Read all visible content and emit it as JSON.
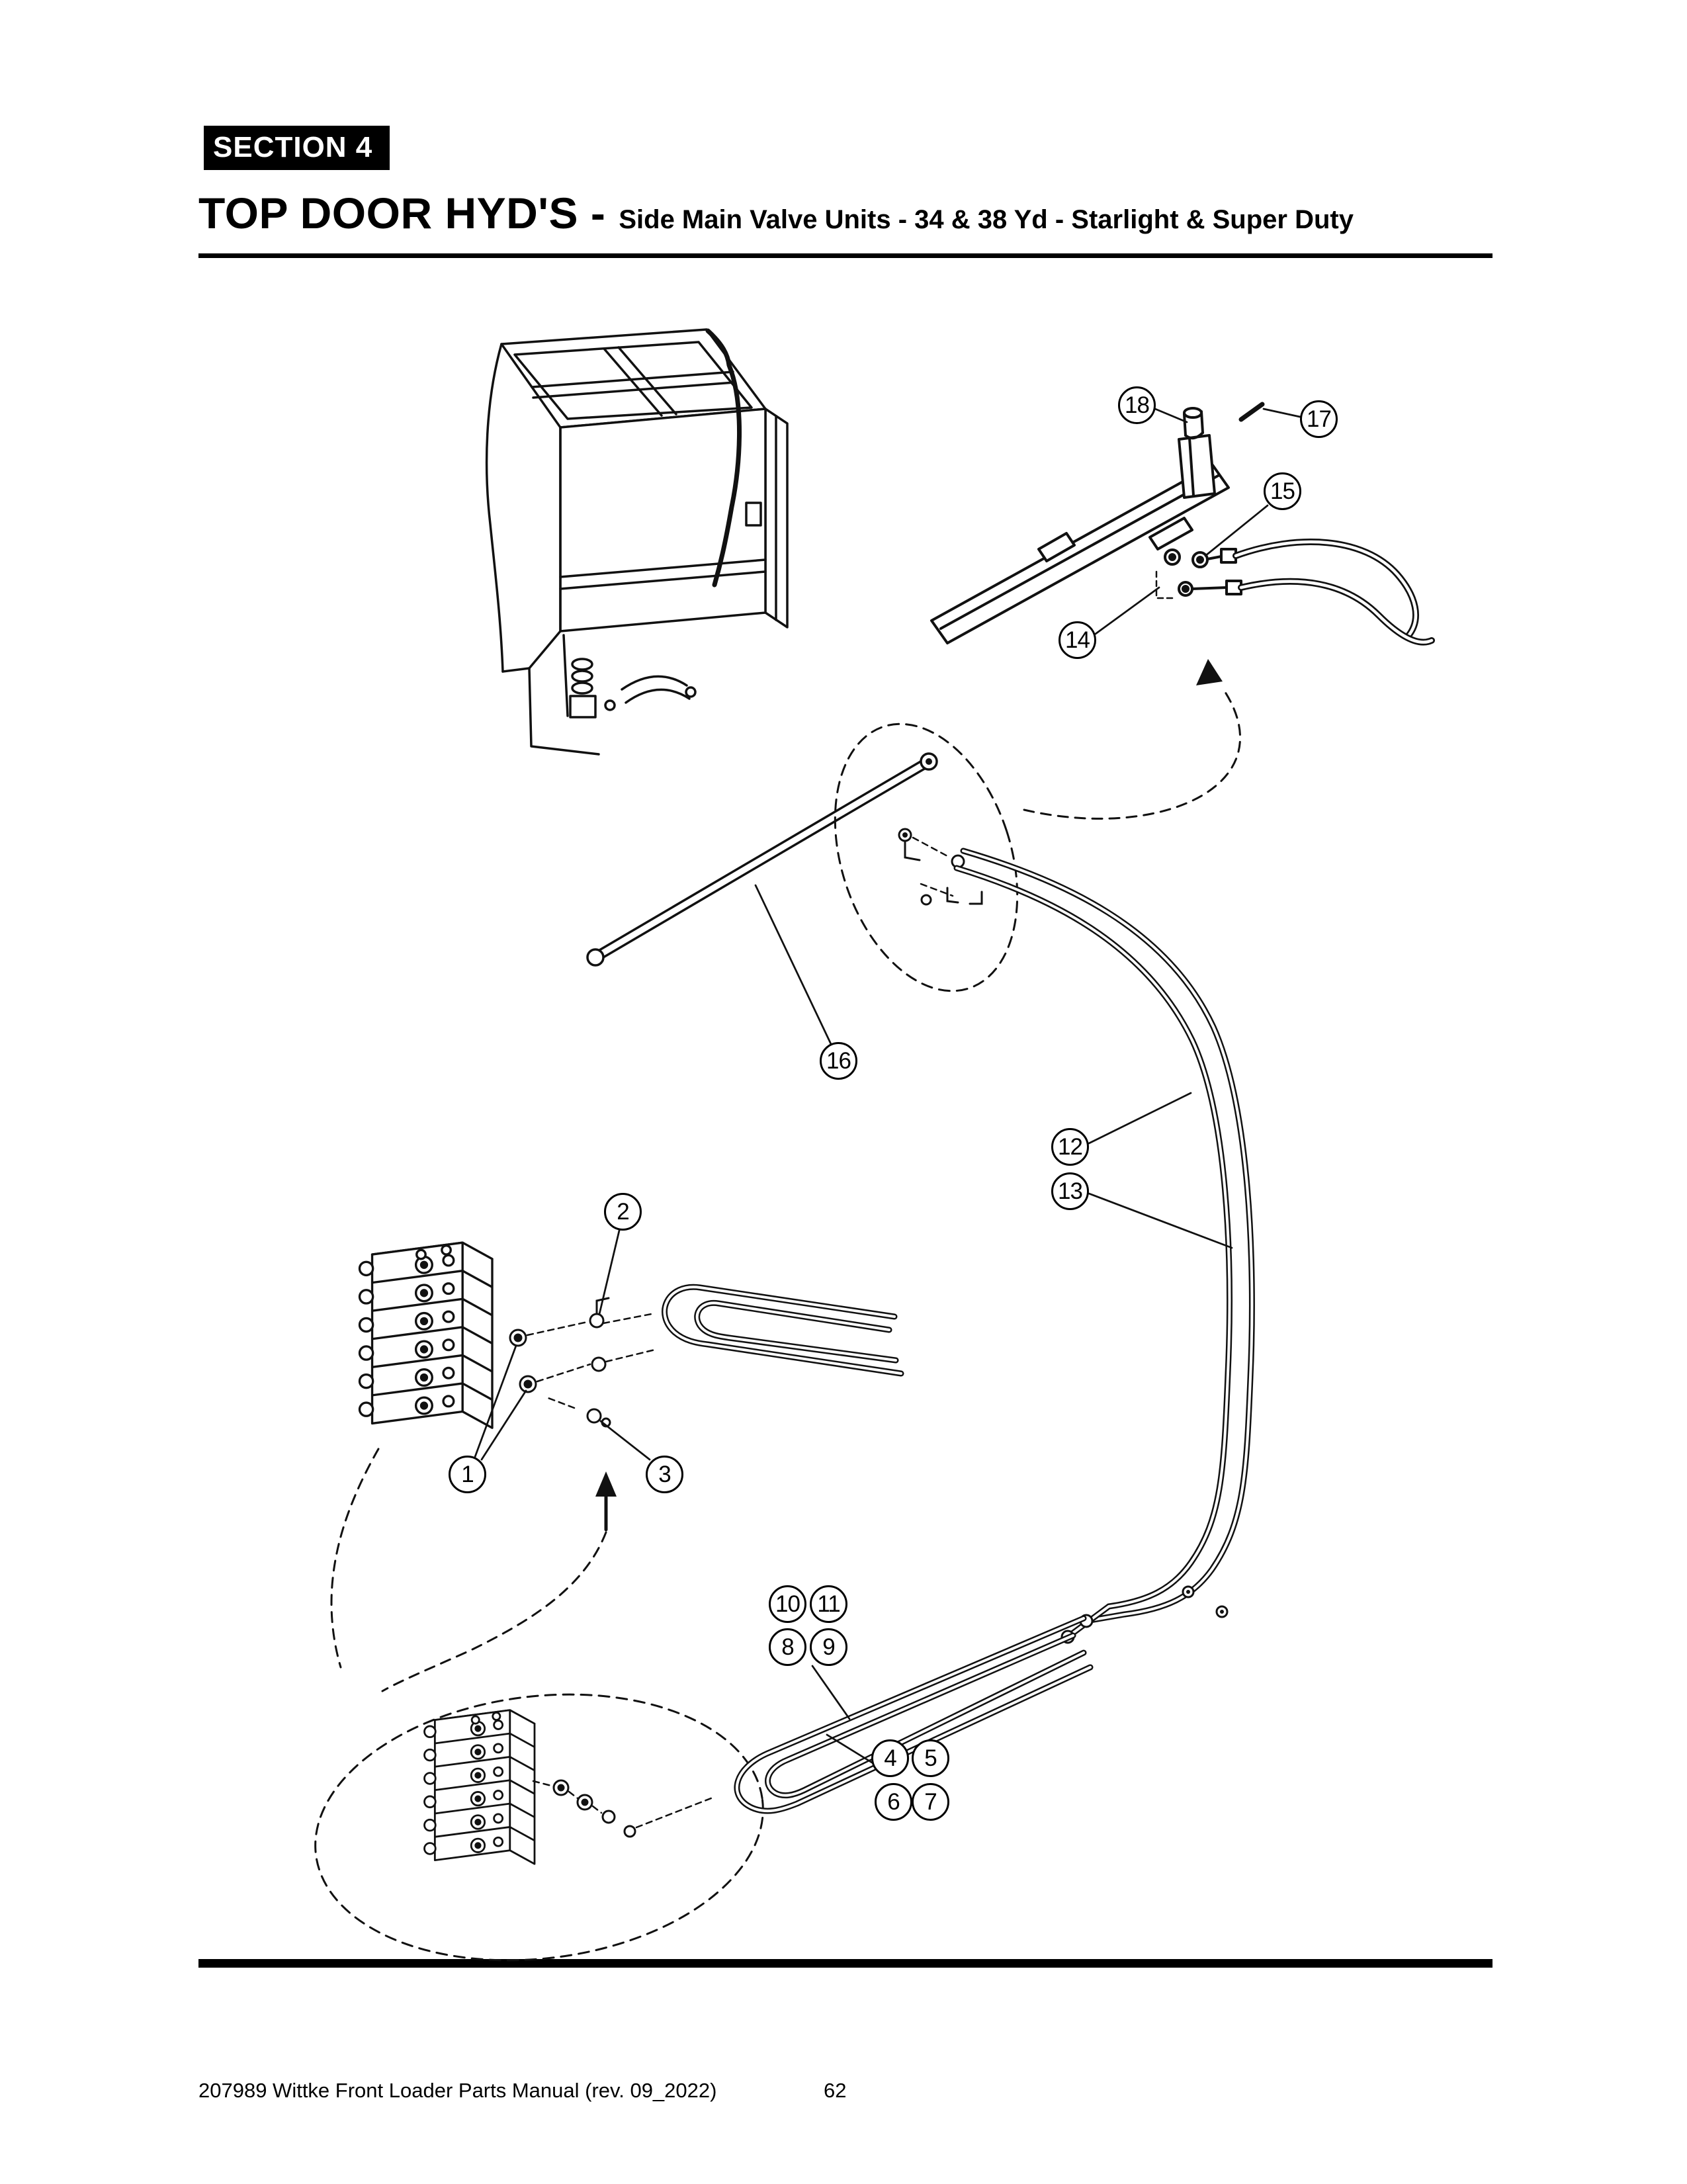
{
  "page": {
    "section_label": "SECTION 4",
    "title": "TOP DOOR HYD'S -",
    "subtitle": "Side Main Valve Units - 34 & 38 Yd - Starlight & Super Duty"
  },
  "footer": {
    "manual_ref": "207989 Wittke Front Loader Parts Manual (rev. 09_2022)",
    "page_number": "62"
  },
  "diagram": {
    "callouts": {
      "c1": "1",
      "c2": "2",
      "c3": "3",
      "c4": "4",
      "c5": "5",
      "c6": "6",
      "c7": "7",
      "c8": "8",
      "c9": "9",
      "c10": "10",
      "c11": "11",
      "c12": "12",
      "c13": "13",
      "c14": "14",
      "c15": "15",
      "c16": "16",
      "c17": "17",
      "c18": "18"
    }
  }
}
